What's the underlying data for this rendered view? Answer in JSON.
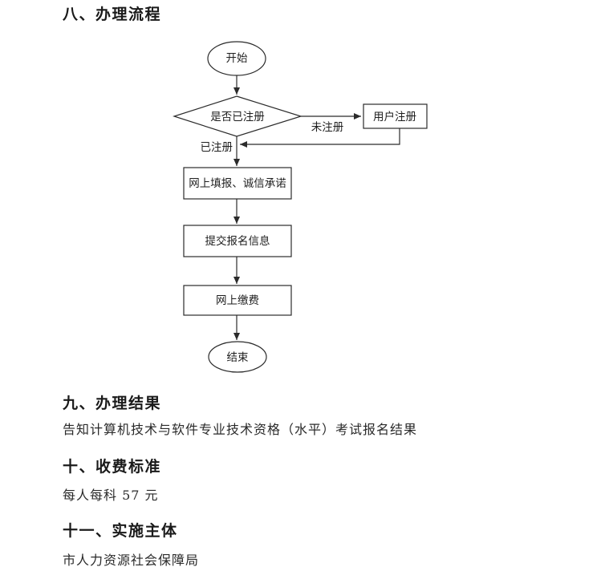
{
  "document": {
    "sections": [
      {
        "heading": "八、办理流程",
        "body": ""
      },
      {
        "heading": "九、办理结果",
        "body": "告知计算机技术与软件专业技术资格（水平）考试报名结果"
      },
      {
        "heading": "十、收费标准",
        "body": "每人每科 57 元"
      },
      {
        "heading": "十一、实施主体",
        "body": "市人力资源社会保障局"
      }
    ]
  },
  "flowchart": {
    "nodes": {
      "start": "开始",
      "decision": "是否已注册",
      "user_register": "用户注册",
      "fill_online": "网上填报、诚信承诺",
      "submit_info": "提交报名信息",
      "pay_online": "网上缴费",
      "end": "结束"
    },
    "edge_labels": {
      "not_registered": "未注册",
      "registered": "已注册"
    }
  },
  "colors": {
    "background": "#ffffff",
    "line": "#2b2b2b",
    "text": "#1f1f1f",
    "heading_text": "#1a1a1a"
  }
}
